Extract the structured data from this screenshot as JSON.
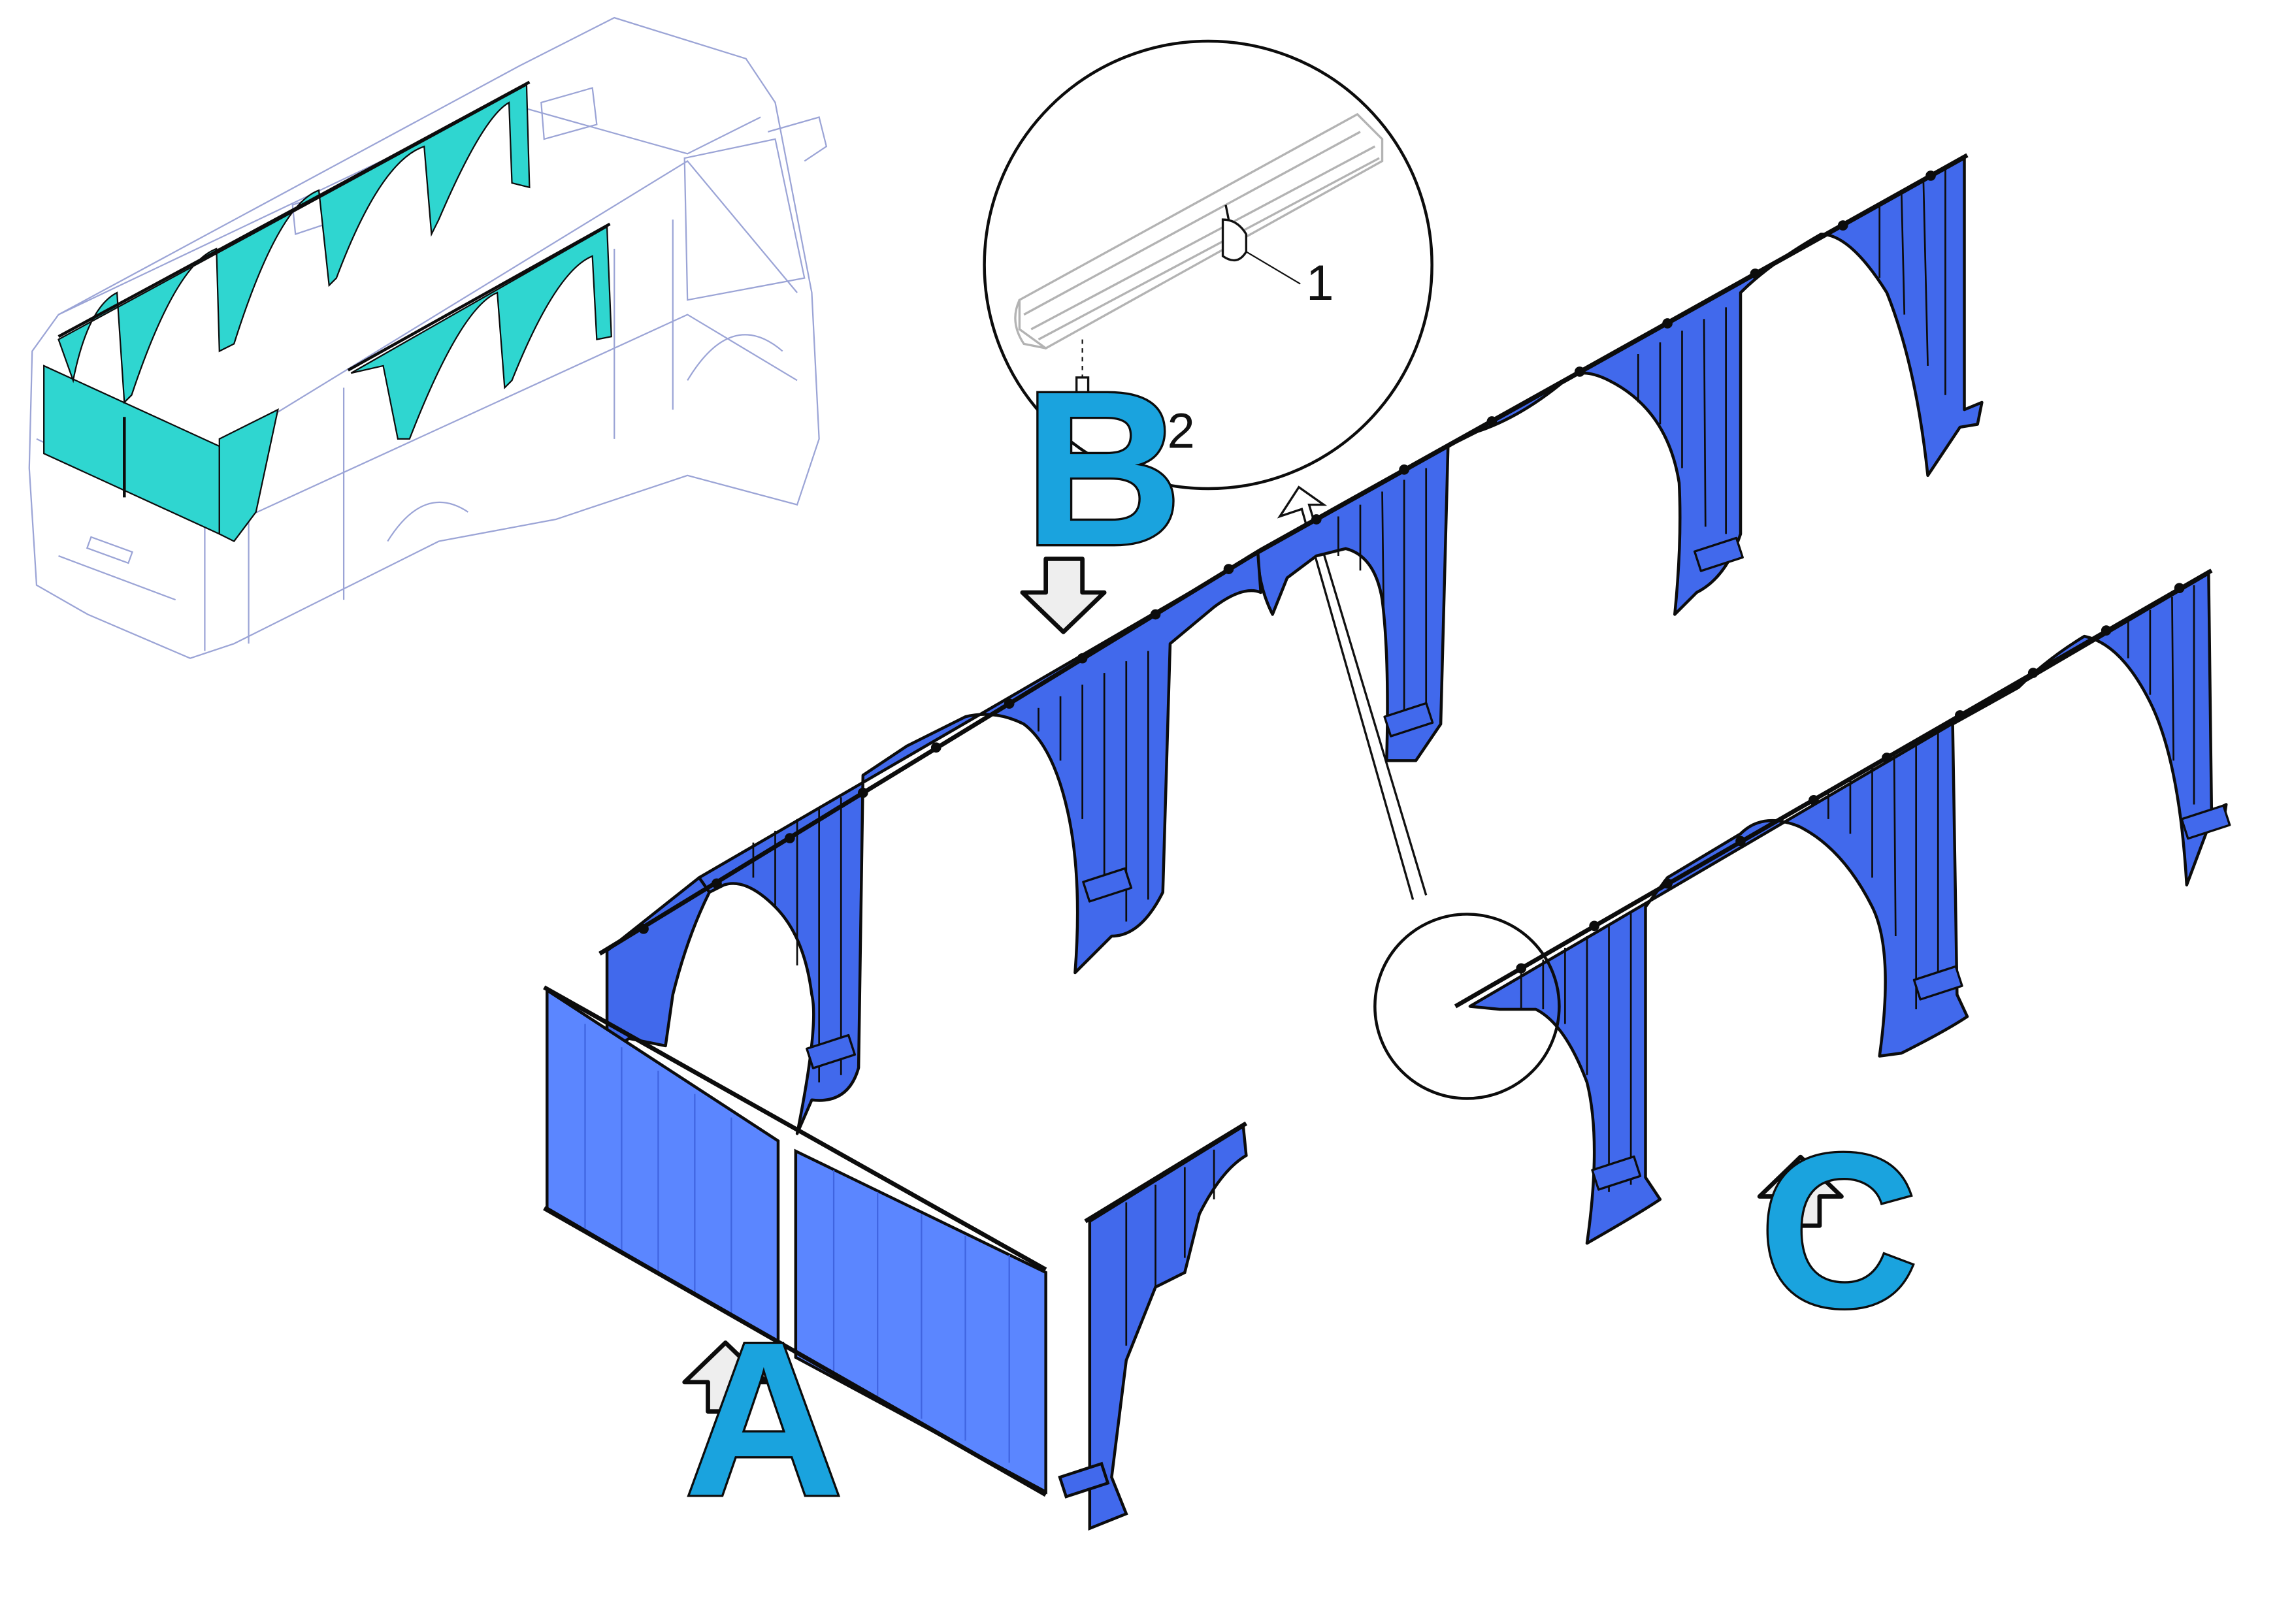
{
  "labels": {
    "a": "A",
    "b": "B",
    "c": "C"
  },
  "callouts": {
    "part1": "1",
    "part2": "2"
  },
  "colors": {
    "curtain": "#4169ec",
    "curtain_light": "#5b86ff",
    "bus_curtain": "#2fd6d0",
    "bus_outline": "#9ba4d6",
    "label_fill": "#1aa3de",
    "outline": "#0c0c0c"
  },
  "icons": {
    "arrows": [
      "arrow-down-icon",
      "arrow-up-icon",
      "arrow-up-icon"
    ],
    "detail": "magnifier-circle"
  }
}
